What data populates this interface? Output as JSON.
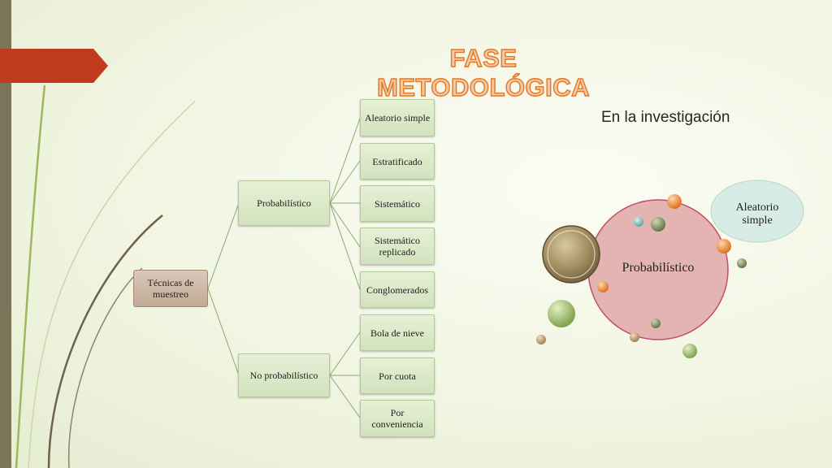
{
  "slide": {
    "title": "FASE METODOLÓGICA",
    "subtitle": "En la investigación"
  },
  "tree": {
    "root": "Técnicas de muestreo",
    "branches": [
      {
        "label": "Probabilístico",
        "children": [
          "Aleatorio simple",
          "Estratificado",
          "Sistemático",
          "Sistemático replicado",
          "Conglomerados"
        ]
      },
      {
        "label": "No probabilístico",
        "children": [
          "Bola de nieve",
          "Por cuota",
          "Por conveniencia"
        ]
      }
    ]
  },
  "bubble": {
    "main": "Probabilístico",
    "side": "Aleatorio simple"
  },
  "colors": {
    "title_fill": "#f7c9a0",
    "title_stroke": "#e07828",
    "arrow_tab": "#bf3a1f",
    "left_bar": "#7c7358",
    "main_circle": "#e4b4b2",
    "main_circle_border": "#c0506a",
    "side_circle": "#d6ece4",
    "node_green": "#d8e6c4",
    "node_root": "#cdb8a6"
  }
}
